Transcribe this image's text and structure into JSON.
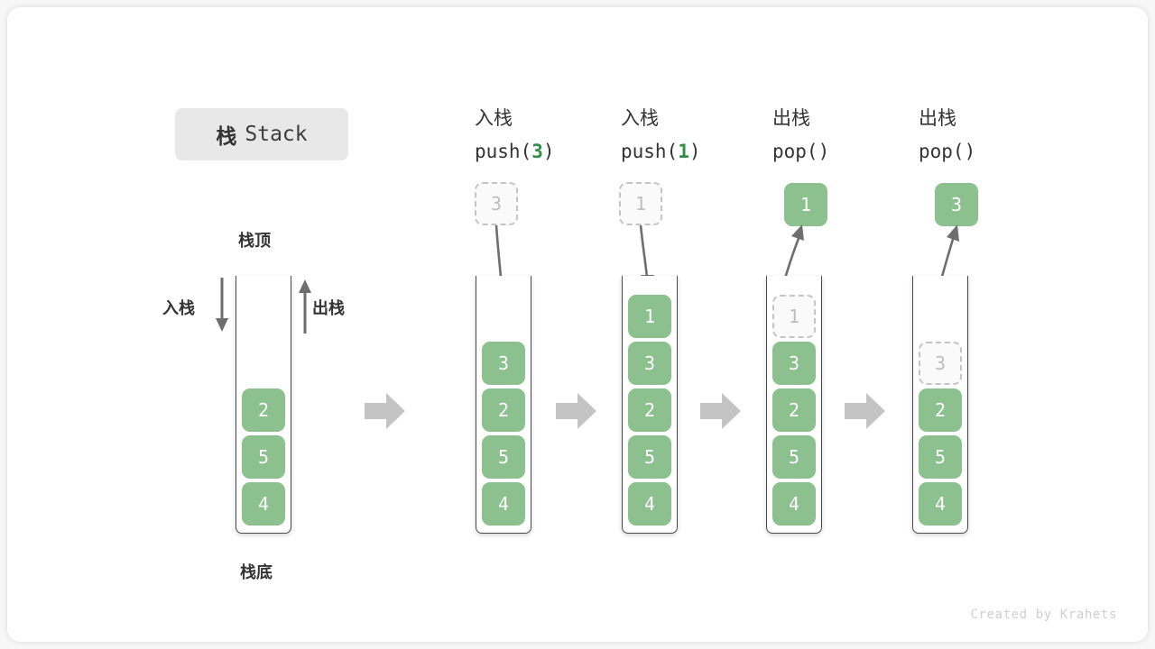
{
  "title": {
    "cn": "栈",
    "en": "Stack"
  },
  "labels": {
    "top": "栈顶",
    "bottom": "栈底",
    "push_side": "入栈",
    "pop_side": "出栈"
  },
  "colors": {
    "cell_fill": "#8cc08f",
    "cell_text": "#ffffff",
    "ghost_fill": "#fafafa",
    "ghost_text": "#bdbdbd",
    "ghost_border": "#c4c4c4",
    "container_border": "#4a4a4a",
    "block_arrow": "#c4c4c4",
    "motion_arrow": "#6e6e6e",
    "accent_number": "#2f8f46",
    "badge_bg": "#e8e8e8",
    "canvas_bg": "#ffffff",
    "page_bg": "#f7f7f7"
  },
  "columns": [
    {
      "id": "initial",
      "header_cn": "",
      "header_code_pre": "",
      "header_code_num": "",
      "header_code_post": "",
      "cells": [
        "2",
        "5",
        "4"
      ],
      "float_value": "",
      "float_kind": "none",
      "ghost_in_stack": "none"
    },
    {
      "id": "push-3",
      "header_cn": "入栈",
      "header_code_pre": "push(",
      "header_code_num": "3",
      "header_code_post": ")",
      "cells": [
        "3",
        "2",
        "5",
        "4"
      ],
      "float_value": "3",
      "float_kind": "ghost",
      "ghost_in_stack": "none"
    },
    {
      "id": "push-1",
      "header_cn": "入栈",
      "header_code_pre": "push(",
      "header_code_num": "1",
      "header_code_post": ")",
      "cells": [
        "1",
        "3",
        "2",
        "5",
        "4"
      ],
      "float_value": "1",
      "float_kind": "ghost",
      "ghost_in_stack": "none"
    },
    {
      "id": "pop-1",
      "header_cn": "出栈",
      "header_code_pre": "pop(",
      "header_code_num": "",
      "header_code_post": ")",
      "cells": [
        "3",
        "2",
        "5",
        "4"
      ],
      "float_value": "1",
      "float_kind": "solid",
      "ghost_in_stack": "1"
    },
    {
      "id": "pop-3",
      "header_cn": "出栈",
      "header_code_pre": "pop(",
      "header_code_num": "",
      "header_code_post": ")",
      "cells": [
        "2",
        "5",
        "4"
      ],
      "float_value": "3",
      "float_kind": "solid",
      "ghost_in_stack": "3"
    }
  ],
  "footer": {
    "credit": "Created by Krahets"
  }
}
